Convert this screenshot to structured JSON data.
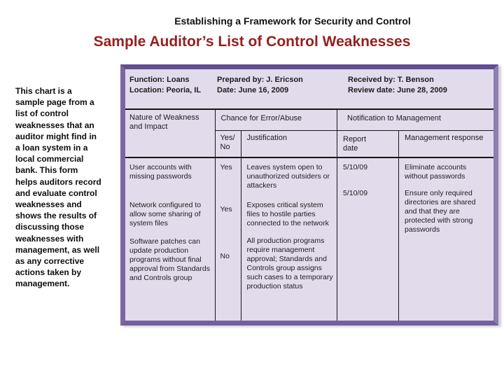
{
  "slide": {
    "kicker": "Establishing a Framework for Security and Control",
    "title": "Sample Auditor’s List of Control Weaknesses",
    "description": "This chart is a sample page from a list of control weaknesses that an auditor might find in a loan system in a local commercial bank. This form helps auditors record and evaluate control weaknesses and shows the results of discussing those weaknesses with management, as well as any corrective actions taken by management.",
    "title_color": "#962020"
  },
  "form": {
    "meta": [
      {
        "line1": "Function: Loans",
        "line2": "Location: Peoria, IL"
      },
      {
        "line1": "Prepared by: J. Ericson",
        "line2": "Date: June 16, 2009"
      },
      {
        "line1": "Received by: T. Benson",
        "line2": "Review date: June 28, 2009"
      }
    ],
    "headers": {
      "nature": "Nature of Weakness and Impact",
      "chance": "Chance for Error/Abuse",
      "notification": "Notification to Management",
      "yes_no": "Yes/ No",
      "justification": "Justification",
      "report_date": "Report\ndate",
      "management_response": "Management response"
    },
    "rows": [
      {
        "nature": "User accounts with missing passwords",
        "yes_no": "Yes",
        "justification": "Leaves system open to unauthorized outsiders or attackers",
        "report_date": "5/10/09",
        "response": "Eliminate accounts without passwords"
      },
      {
        "nature": "Network configured to allow some sharing of system files",
        "yes_no": "Yes",
        "justification": "Exposes critical system files to hostile parties connected to the network",
        "report_date": "5/10/09",
        "response": "Ensure only required directories are shared and that they are protected with strong passwords"
      },
      {
        "nature": "Software patches can update production programs without final approval from Standards and Controls group",
        "yes_no": "No",
        "justification": "All production programs require management approval; Standards and Controls group assigns such cases to a temporary production status",
        "report_date": "",
        "response": ""
      }
    ],
    "colors": {
      "table_background": "#e2dbec",
      "frame_purple": "#7a66a4",
      "rule_black": "#161616"
    }
  }
}
